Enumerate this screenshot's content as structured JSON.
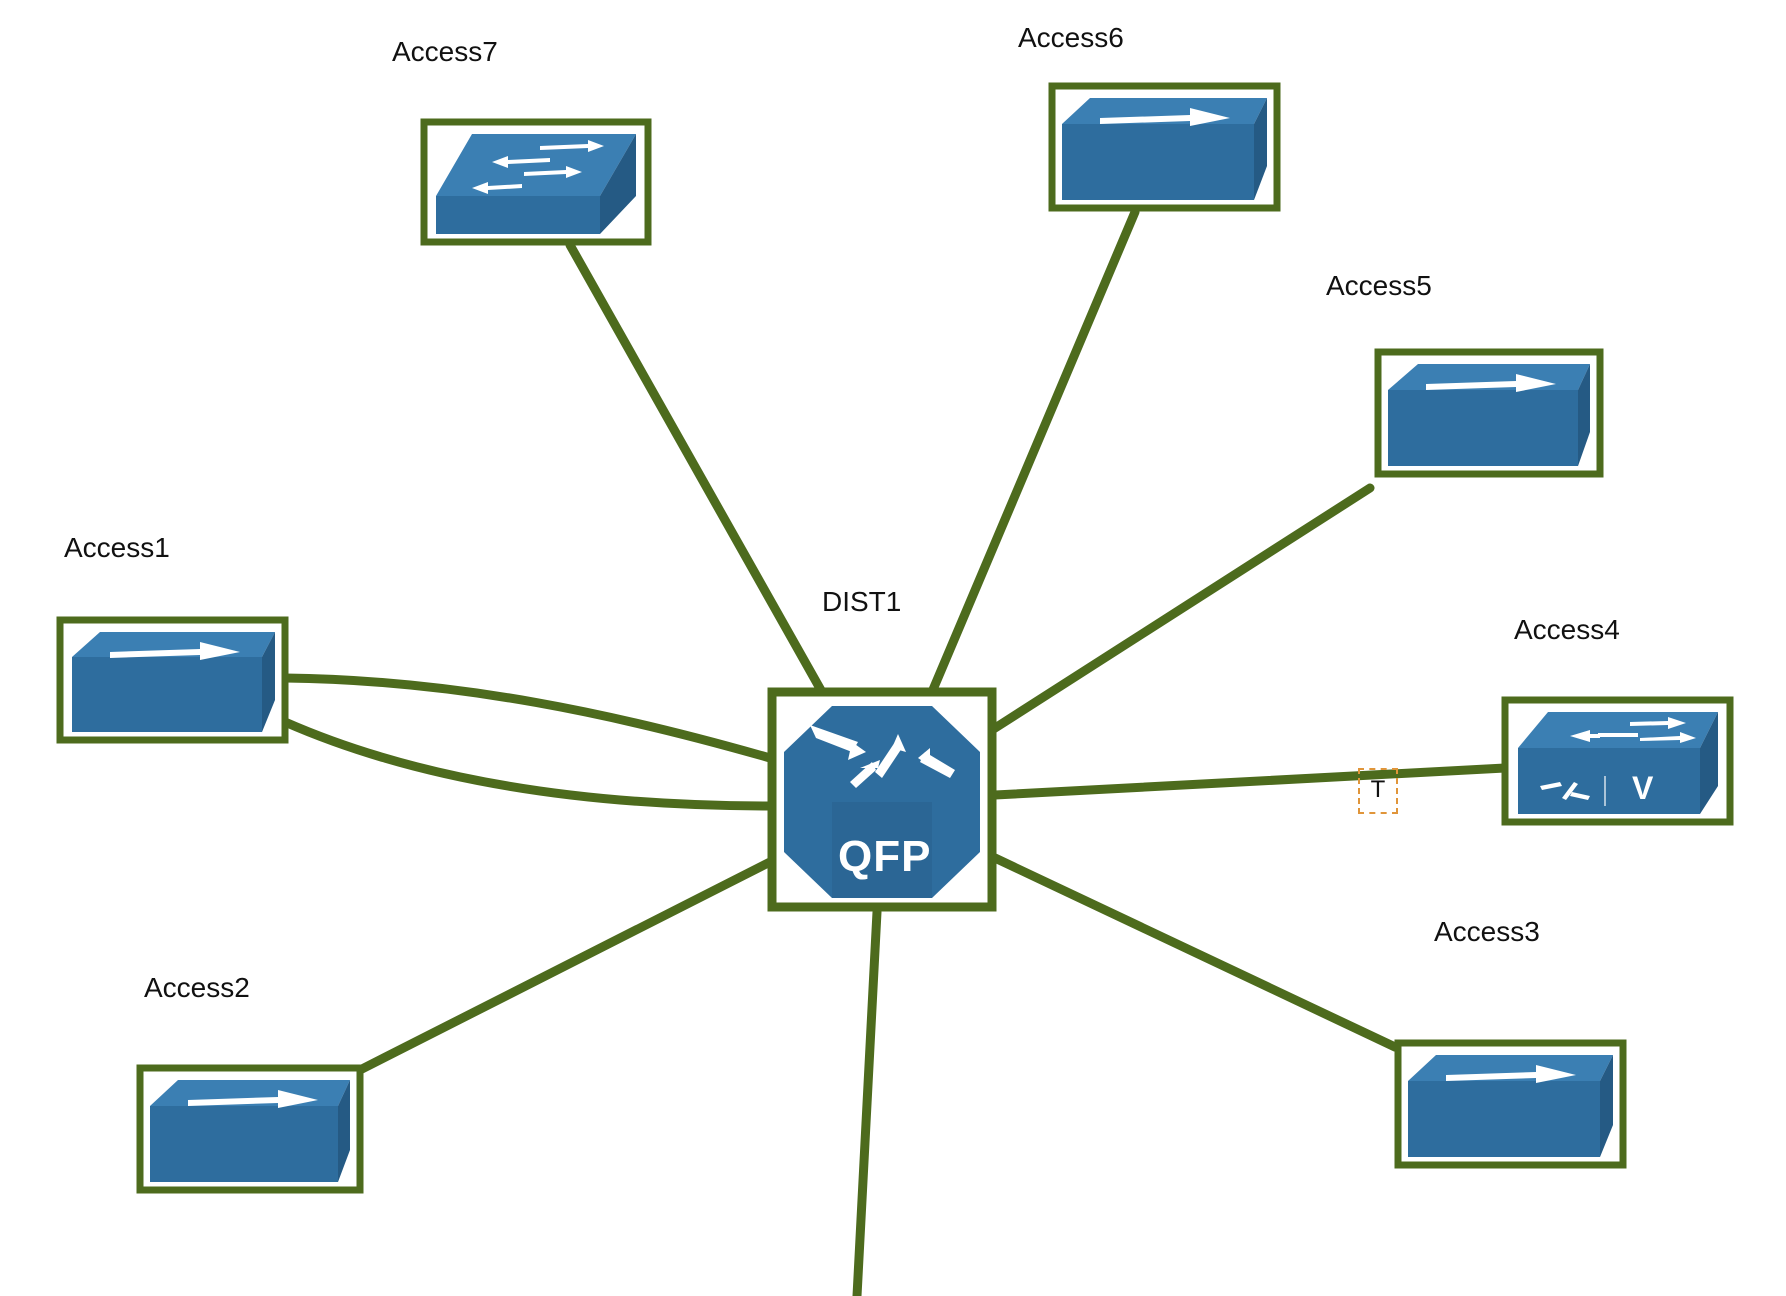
{
  "diagram": {
    "colors": {
      "link": "#4d6b1d",
      "node_border": "#4d6b1d",
      "device_fill": "#2e6d9e",
      "device_top": "#3b7fb3",
      "device_side": "#255a84",
      "text": "#111111",
      "tag_border": "#e0953a"
    },
    "central_node": {
      "label": "DIST1",
      "device_text": "QFP",
      "icon": "router-qfp-icon"
    },
    "access_nodes": [
      {
        "label": "Access1",
        "icon": "switch-icon"
      },
      {
        "label": "Access2",
        "icon": "switch-icon"
      },
      {
        "label": "Access3",
        "icon": "switch-icon"
      },
      {
        "label": "Access4",
        "icon": "multilayer-switch-icon",
        "device_text": "V"
      },
      {
        "label": "Access5",
        "icon": "switch-icon"
      },
      {
        "label": "Access6",
        "icon": "switch-icon"
      },
      {
        "label": "Access7",
        "icon": "workgroup-switch-icon"
      }
    ],
    "link_tag": "T"
  }
}
